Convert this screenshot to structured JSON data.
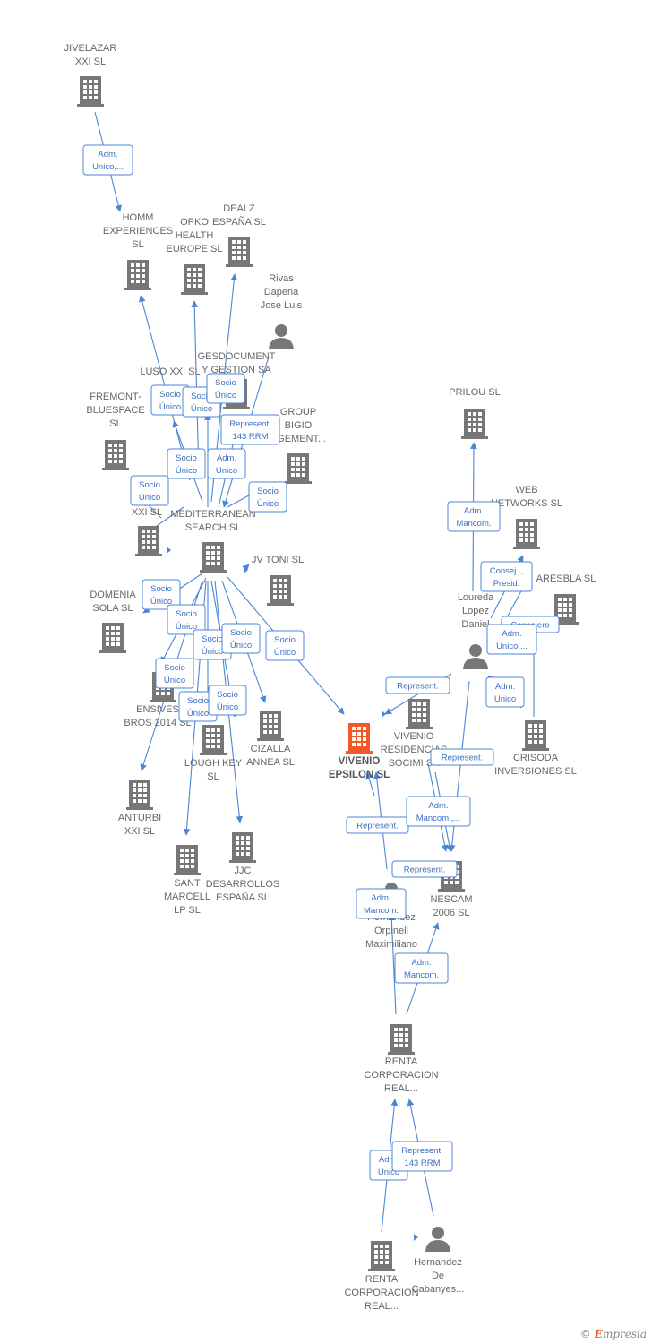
{
  "colors": {
    "edge": "#4a86d8",
    "company": "#777777",
    "main": "#f05a28",
    "person": "#777777"
  },
  "nodes": [
    {
      "id": "jivelazar",
      "type": "company",
      "lines": [
        "JIVELAZAR",
        "XXI  SL"
      ]
    },
    {
      "id": "homm",
      "type": "company",
      "lines": [
        "HOMM",
        "EXPERIENCES",
        "SL"
      ]
    },
    {
      "id": "opko",
      "type": "company",
      "lines": [
        "OPKO",
        "HEALTH",
        "EUROPE  SL"
      ]
    },
    {
      "id": "dealz",
      "type": "company",
      "lines": [
        "DEALZ",
        "ESPAÑA  SL"
      ]
    },
    {
      "id": "rivas",
      "type": "person",
      "lines": [
        "Rivas",
        "Dapena",
        "Jose Luis"
      ]
    },
    {
      "id": "luso",
      "type": "company",
      "lines": [
        "LUSO  XXI  SL"
      ]
    },
    {
      "id": "gesdocument",
      "type": "company",
      "lines": [
        "GESDOCUMENT",
        "Y GESTION SA"
      ]
    },
    {
      "id": "fremont",
      "type": "company",
      "lines": [
        "FREMONT-",
        "BLUESPACE",
        "SL"
      ]
    },
    {
      "id": "group",
      "type": "company",
      "lines": [
        "GROUP",
        "BIGIO",
        "AGEMENT..."
      ]
    },
    {
      "id": "mxxi",
      "type": "company",
      "lines": [
        "M...",
        "XXI  SL"
      ]
    },
    {
      "id": "mediterranean",
      "type": "company",
      "lines": [
        "MEDITERRANEAN",
        "SEARCH SL"
      ]
    },
    {
      "id": "jvtoni",
      "type": "company",
      "lines": [
        "JV TONI  SL"
      ]
    },
    {
      "id": "domenia",
      "type": "company",
      "lines": [
        "DOMENIA",
        "SOLA SL"
      ]
    },
    {
      "id": "ensives",
      "type": "company",
      "lines": [
        "ENSIVES",
        "BROS 2014  SL"
      ]
    },
    {
      "id": "loughkey",
      "type": "company",
      "lines": [
        "LOUGH KEY",
        "SL"
      ]
    },
    {
      "id": "cizalla",
      "type": "company",
      "lines": [
        "CIZALLA",
        "ANNEA  SL"
      ]
    },
    {
      "id": "anturbi",
      "type": "company",
      "lines": [
        "ANTURBI",
        "XXI  SL"
      ]
    },
    {
      "id": "santmarcell",
      "type": "company",
      "lines": [
        "SANT",
        "MARCELL",
        "LP  SL"
      ]
    },
    {
      "id": "jjc",
      "type": "company",
      "lines": [
        "JJC",
        "DESARROLLOS",
        "ESPAÑA  SL"
      ]
    },
    {
      "id": "vivenioepsilon",
      "type": "main",
      "lines": [
        "VIVENIO",
        "EPSILON  SL"
      ]
    },
    {
      "id": "vivenioresid",
      "type": "company",
      "lines": [
        "VIVENIO",
        "RESIDENCIAS",
        "SOCIMI SA"
      ]
    },
    {
      "id": "prilou",
      "type": "company",
      "lines": [
        "PRILOU SL"
      ]
    },
    {
      "id": "webnetworks",
      "type": "company",
      "lines": [
        "WEB",
        "NETWORKS SL"
      ]
    },
    {
      "id": "aresbla",
      "type": "company",
      "lines": [
        "ARESBLA  SL"
      ]
    },
    {
      "id": "loureda",
      "type": "person",
      "lines": [
        "Loureda",
        "Lopez",
        "Daniel"
      ]
    },
    {
      "id": "crisoda",
      "type": "company",
      "lines": [
        "CRISODA",
        "INVERSIONES SL"
      ]
    },
    {
      "id": "hernandezorpinell",
      "type": "person",
      "lines": [
        "Hernandez",
        "Orpinell",
        "Maximiliano"
      ]
    },
    {
      "id": "nescam",
      "type": "company",
      "lines": [
        "NESCAM",
        "2006 SL"
      ]
    },
    {
      "id": "rentacorp1",
      "type": "company",
      "lines": [
        "RENTA",
        "CORPORACION",
        "REAL..."
      ]
    },
    {
      "id": "rentacorp2",
      "type": "company",
      "lines": [
        "RENTA",
        "CORPORACION",
        "REAL..."
      ]
    },
    {
      "id": "hernandezcabanyes",
      "type": "person",
      "lines": [
        "Hernandez",
        "De",
        "Cabanyes..."
      ]
    }
  ],
  "edge_labels": [
    {
      "lines": [
        "Adm.",
        "Unico,..."
      ]
    },
    {
      "lines": [
        "Socio",
        "Único"
      ]
    },
    {
      "lines": [
        "Socio",
        "Único"
      ]
    },
    {
      "lines": [
        "Socio",
        "Único"
      ]
    },
    {
      "lines": [
        "Represent.",
        "143 RRM"
      ]
    },
    {
      "lines": [
        "Socio",
        "Único"
      ]
    },
    {
      "lines": [
        "Adm.",
        "Unico"
      ]
    },
    {
      "lines": [
        "Socio",
        "Único"
      ]
    },
    {
      "lines": [
        "Socio",
        "Único"
      ]
    },
    {
      "lines": [
        "Socio",
        "Único"
      ]
    },
    {
      "lines": [
        "Socio",
        "Único"
      ]
    },
    {
      "lines": [
        "Socio",
        "Único"
      ]
    },
    {
      "lines": [
        "Socio",
        "Único"
      ]
    },
    {
      "lines": [
        "Socio",
        "Único"
      ]
    },
    {
      "lines": [
        "Socio",
        "Único"
      ]
    },
    {
      "lines": [
        "Socio",
        "Único"
      ]
    },
    {
      "lines": [
        "Socio",
        "Único"
      ]
    },
    {
      "lines": [
        "Adm.",
        "Mancom."
      ]
    },
    {
      "lines": [
        "Consej. ,",
        "Presid."
      ]
    },
    {
      "lines": [
        "Consejero"
      ]
    },
    {
      "lines": [
        "Adm.",
        "Unico,..."
      ]
    },
    {
      "lines": [
        "Represent."
      ]
    },
    {
      "lines": [
        "Adm.",
        "Unico"
      ]
    },
    {
      "lines": [
        "Represent."
      ]
    },
    {
      "lines": [
        "Represent."
      ]
    },
    {
      "lines": [
        "Adm.",
        "Mancom.,..."
      ]
    },
    {
      "lines": [
        "Represent."
      ]
    },
    {
      "lines": [
        "Adm.",
        "Mancom."
      ]
    },
    {
      "lines": [
        "Adm.",
        "Mancom."
      ]
    },
    {
      "lines": [
        "Adm.",
        "Unico"
      ]
    },
    {
      "lines": [
        "Represent.",
        "143 RRM"
      ]
    }
  ],
  "footer": {
    "copyright": "©",
    "brand_initial": "E",
    "brand_rest": "mpresia"
  }
}
